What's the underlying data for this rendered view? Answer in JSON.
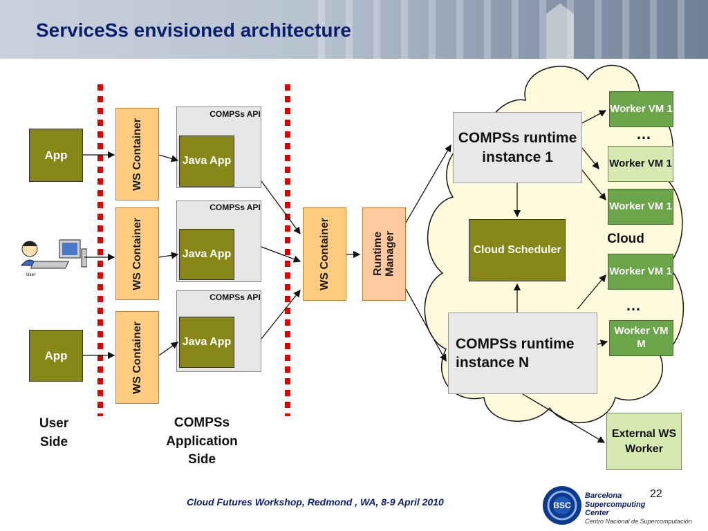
{
  "title": "ServiceSs envisioned architecture",
  "user_side": {
    "app_top": "App",
    "app_bottom": "App",
    "user_caption": "User",
    "label": "User Side"
  },
  "app_side": {
    "ws_container": "WS Container",
    "compss_api": "COMPSs API",
    "java_app": "Java App",
    "label": "COMPSs Application Side"
  },
  "middle": {
    "ws_container": "WS Container",
    "runtime_manager": "Runtime Manager"
  },
  "cloud": {
    "runtime_1": "COMPSs runtime instance 1",
    "runtime_n": "COMPSs runtime instance N",
    "scheduler": "Cloud Scheduler",
    "label": "Cloud",
    "worker_vm_1": "Worker VM 1",
    "worker_vm_m": "Worker VM M",
    "ellipsis": "…",
    "external": "External WS Worker"
  },
  "footer": {
    "text": "Cloud Futures Workshop, Redmond , WA, 8-9 April 2010",
    "page_number": "22",
    "bsc_logo": "BSC",
    "bsc_name_1": "Barcelona",
    "bsc_name_2": "Supercomputing",
    "bsc_name_3": "Center",
    "bsc_sub": "Centro Nacional de Supercomputación"
  },
  "colors": {
    "title": "#0b1e6b",
    "olive": "#878717",
    "peach": "#ffcc80",
    "worker_green": "#6aa54a",
    "separator_red": "#dd0000",
    "cloud_fill": "#fffbdc"
  }
}
